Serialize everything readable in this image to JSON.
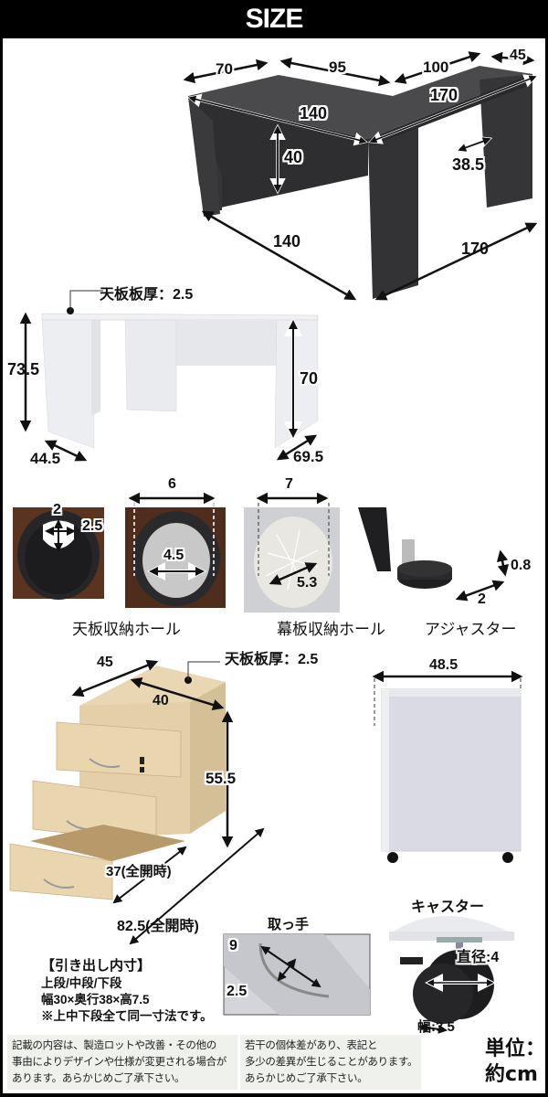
{
  "header": {
    "title": "SIZE"
  },
  "l_desk_top_view": {
    "dims": {
      "short_wing_depth": "70",
      "middle_span": "95",
      "long_wing_span": "100",
      "side_unit_depth": "45",
      "front_edge_left": "140",
      "front_edge_right": "170",
      "panel_height": "40",
      "knee_gap": "38.5",
      "floor_left": "140",
      "floor_right": "170"
    },
    "color": "#3a3a3c"
  },
  "white_desk_view": {
    "top_thickness_label": "天板板厚：2.5",
    "dims": {
      "total_height": "73.5",
      "inner_height": "70",
      "leg_depth_left": "44.5",
      "leg_depth_right": "69.5"
    },
    "color": "#eef0f3"
  },
  "detail_photos": {
    "top_hole_cap": {
      "dim_w": "2",
      "dim_h": "2.5"
    },
    "top_hole_ring": {
      "outer": "6",
      "inner": "4.5"
    },
    "top_hole_caption": "天板収納ホール",
    "panel_hole": {
      "outer": "7",
      "inner": "5.3",
      "caption": "幕板収納ホール"
    },
    "adjuster": {
      "height": "0.8",
      "diameter": "2",
      "caption": "アジャスター"
    }
  },
  "wagon": {
    "top_thickness_label": "天板板厚：2.5",
    "dims": {
      "width": "45",
      "depth": "40",
      "height": "55.5",
      "drawer_open": "37(全開時)",
      "total_open": "82.5(全開時)",
      "side_depth": "48.5"
    },
    "wood_color": "#e3cfa8"
  },
  "handle": {
    "title": "取っ手",
    "length": "9",
    "height": "2.5"
  },
  "caster": {
    "title": "キャスター",
    "diameter": "直径:4",
    "width": "幅:3.5"
  },
  "drawer_inner": {
    "title": "【引き出し内寸】",
    "line1": "上段/中段/下段",
    "line2": "幅30×奥行38×高7.5",
    "line3": "※上中下段全て同一寸法です。"
  },
  "notes": {
    "left": [
      "記載の内容は、製造ロットや改善・その他の",
      "事由によりデザインや仕様が変更される場合が",
      "あります。あらかじめご了承下さい。"
    ],
    "right": [
      "若干の個体差があり、表記と",
      "多少の差異が生じることがあります。",
      "あらかじめご了承下さい。"
    ]
  },
  "unit": {
    "line1": "単位：",
    "line2": "約cm"
  }
}
